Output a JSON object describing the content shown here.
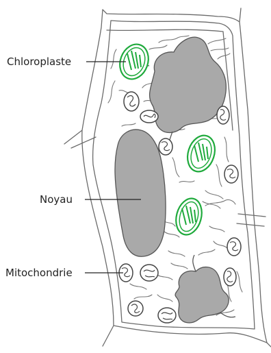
{
  "labels": {
    "chloroplast": "Chloroplaste",
    "nucleus": "Noyau",
    "mitochondrion": "Mitochondrie"
  },
  "colors": {
    "chloroplast": "#1faa3c",
    "organelle_fill": "#a9a9a9",
    "outline": "#555555",
    "text": "#222222"
  }
}
